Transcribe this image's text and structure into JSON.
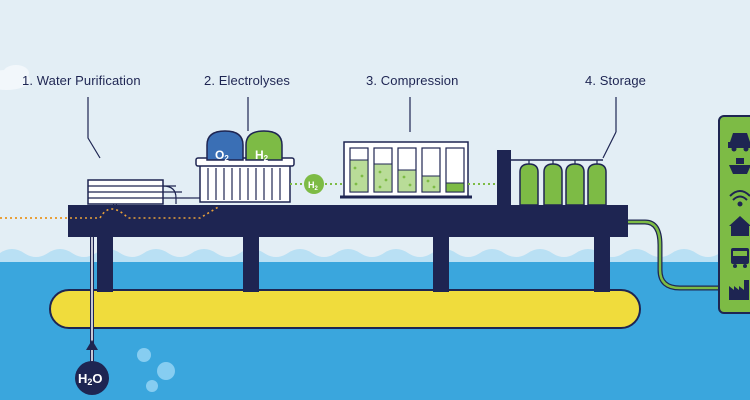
{
  "steps": [
    {
      "label": "1. Water Purification"
    },
    {
      "label": "2. Electrolyses"
    },
    {
      "label": "3. Compression"
    },
    {
      "label": "4. Storage"
    }
  ],
  "chem": {
    "o2_main": "O",
    "o2_sub": "2",
    "h2_main": "H",
    "h2_sub": "2",
    "h2o_main": "H",
    "h2o_sub": "2",
    "h2o_tail": "O"
  },
  "end_use_icons": [
    "car-icon",
    "ship-icon",
    "wifi-icon",
    "house-icon",
    "bus-icon",
    "factory-icon"
  ],
  "colors": {
    "sky": "#e3eef5",
    "sea": "#3aa6dd",
    "platform": "#1e2552",
    "pontoon": "#f0dc3c",
    "hydrogen_green": "#7dbb45",
    "oxygen_blue": "#3a6fb5"
  }
}
